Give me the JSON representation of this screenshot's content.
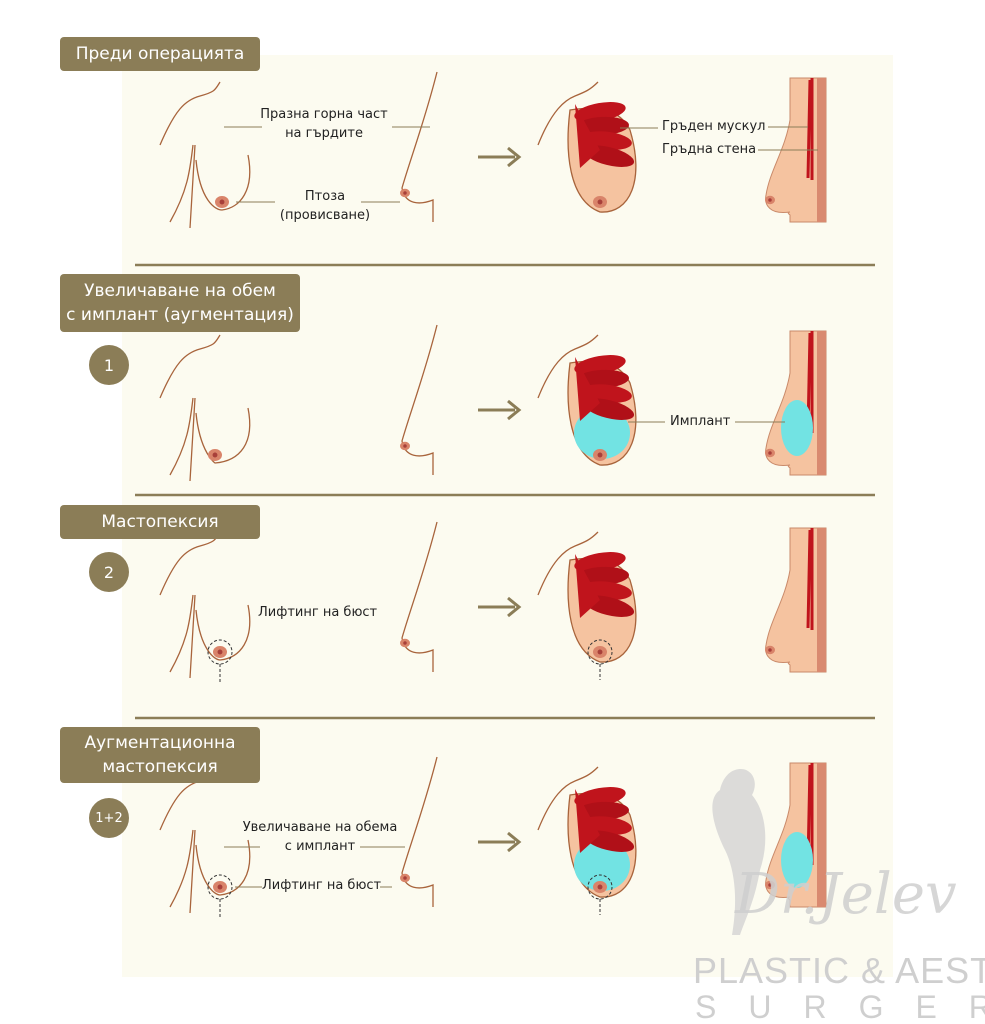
{
  "sections": [
    {
      "title": "Преди операцията"
    },
    {
      "title_line1": "Увеличаване на обем",
      "title_line2": "с имплант (аугментация)",
      "number": "1"
    },
    {
      "title": "Мастопексия",
      "number": "2"
    },
    {
      "title_line1": "Аугментационна",
      "title_line2": "мастопексия",
      "number": "1+2"
    }
  ],
  "labels": {
    "empty_upper_l1": "Празна горна част",
    "empty_upper_l2": "на гърдите",
    "ptosis_l1": "Птоза",
    "ptosis_l2": "(провисване)",
    "chest_muscle": "Гръден мускул",
    "chest_wall": "Гръдна стена",
    "implant": "Имплант",
    "lift": "Лифтинг на бюст",
    "augment_l1": "Увеличаване на обема",
    "augment_l2": "с имплант",
    "lift2": "Лифтинг на бюст"
  },
  "watermark": {
    "signature": "Dr.Jelev",
    "line1": "PLASTIC & AESTHETIC",
    "line2": "SURGERY"
  },
  "colors": {
    "accent": "#8b7d57",
    "skin": "#f5c3a0",
    "outline": "#a8643c",
    "muscle": "#c0141c",
    "implant": "#72e3e3",
    "panel": "#fcfbf0"
  }
}
